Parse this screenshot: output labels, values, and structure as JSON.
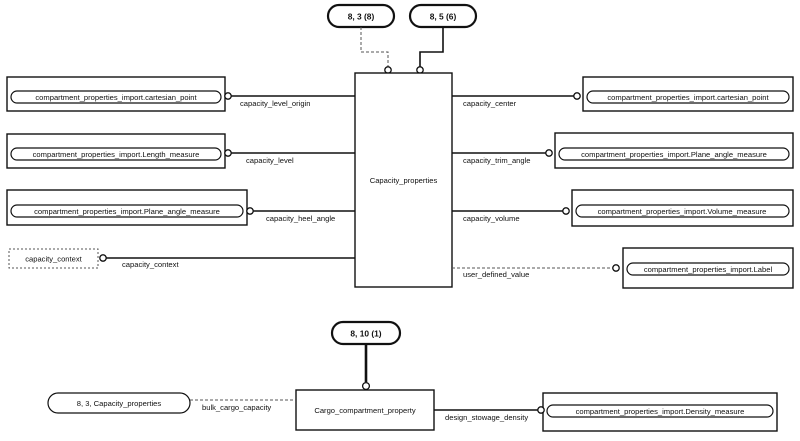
{
  "refs": {
    "top_left": "8, 3 (8)",
    "top_right": "8, 5 (6)",
    "bottom": "8, 10 (1)",
    "bottom_left": "8, 3, Capacity_properties"
  },
  "entities": {
    "main": "Capacity_properties",
    "cargo": "Cargo_compartment_property"
  },
  "left_types": {
    "t1": "compartment_properties_import.cartesian_point",
    "t2": "compartment_properties_import.Length_measure",
    "t3": "compartment_properties_import.Plane_angle_measure",
    "t4": "capacity_context"
  },
  "left_attrs": {
    "a1": "capacity_level_origin",
    "a2": "capacity_level",
    "a3": "capacity_heel_angle",
    "a4": "capacity_context"
  },
  "right_types": {
    "t1": "compartment_properties_import.cartesian_point",
    "t2": "compartment_properties_import.Plane_angle_measure",
    "t3": "compartment_properties_import.Volume_measure",
    "t4": "compartment_properties_import.Label"
  },
  "right_attrs": {
    "a1": "capacity_center",
    "a2": "capacity_trim_angle",
    "a3": "capacity_volume",
    "a4": "user_defined_value"
  },
  "bottom_attrs": {
    "left": "bulk_cargo_capacity",
    "right": "design_stowage_density"
  },
  "bottom_types": {
    "right": "compartment_properties_import.Density_measure"
  }
}
